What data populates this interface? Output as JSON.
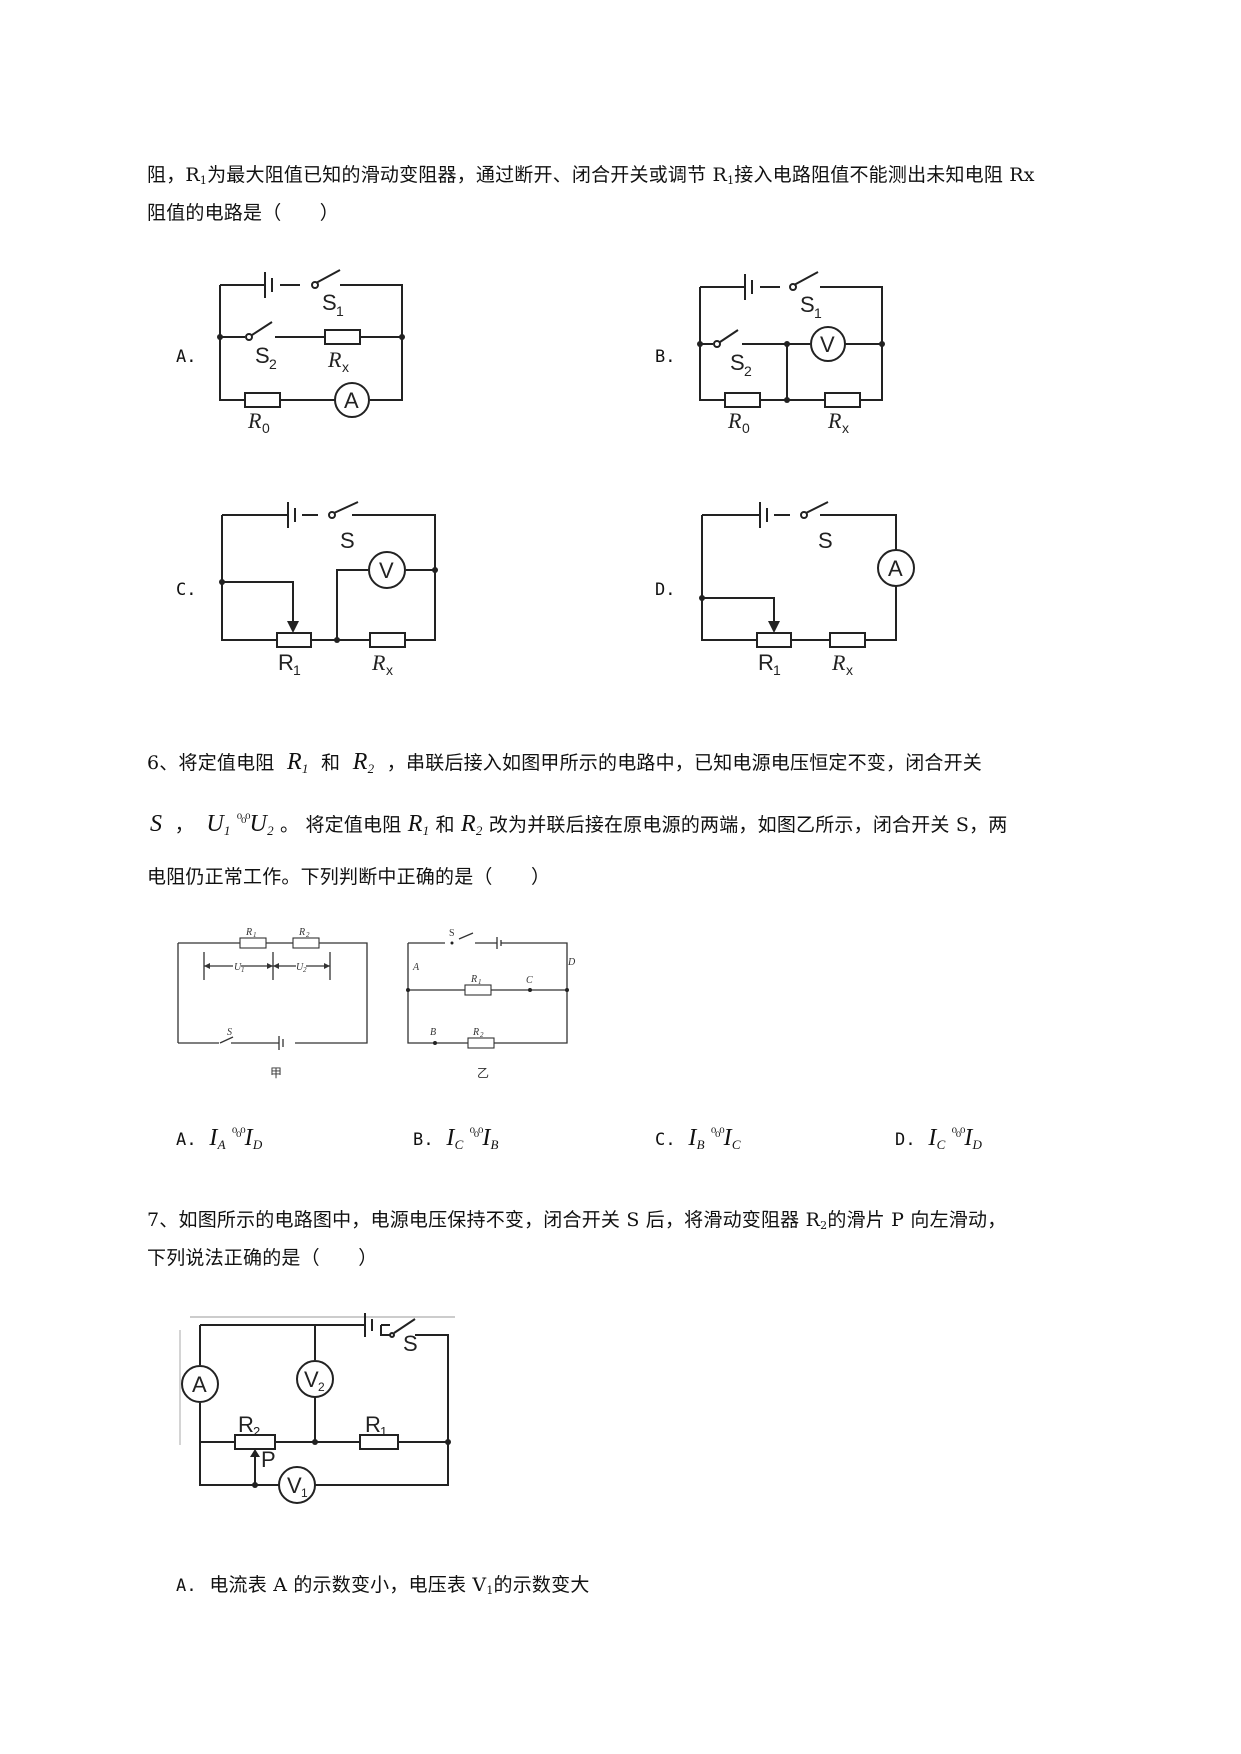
{
  "q5": {
    "line1": {
      "a": "阻，R",
      "a_sub": "1",
      "b": "为最大阻值已知的滑动变阻器，通过断开、闭合开关或调节 R",
      "b_sub": "1",
      "c": "接入电路阻值不能测出未知电阻 Rx"
    },
    "line2": "阻值的电路是（　　）",
    "options": [
      "A.",
      "B.",
      "C.",
      "D."
    ],
    "circuit_labels": {
      "s1": "S",
      "s1_sub": "1",
      "s2": "S",
      "s2_sub": "2",
      "rx": "R",
      "rx_sub": "x",
      "r0": "R",
      "r0_sub": "0",
      "s": "S",
      "r1": "R",
      "r1_sub": "1",
      "ammeter": "A",
      "voltmeter": "V"
    }
  },
  "q6": {
    "line1": {
      "a": "6、将定值电阻",
      "r1": "R",
      "r1_sub": "1",
      "and": "和",
      "r2": "R",
      "r2_sub": "2",
      "b": "，串联后接入如图甲所示的电路中，已知电源电压恒定不变，闭合开关"
    },
    "line2": {
      "s": "S",
      "comma": "，",
      "u1": "U",
      "u1_sub": "1",
      "rel": "⁰₀⁰",
      "u2": "U",
      "u2_sub": "2",
      "a": "。 将定值电阻",
      "r1": "R",
      "r1_sub": "1",
      "and": "和",
      "r2": "R",
      "r2_sub": "2",
      "b": "改为并联后接在原电源的两端，如图乙所示，闭合开关 S，两"
    },
    "line3": "电阻仍正常工作。下列判断中正确的是（　　）",
    "fig_jia": {
      "caption": "甲",
      "r1": "R",
      "r1_sub": "1",
      "r2": "R",
      "r2_sub": "2",
      "u1": "U",
      "u1_sub": "1",
      "u2": "U",
      "u2_sub": "2",
      "s": "S"
    },
    "fig_yi": {
      "caption": "乙",
      "s": "S",
      "a": "A",
      "b": "B",
      "c": "C",
      "d": "D",
      "r1": "R",
      "r1_sub": "1",
      "r2": "R",
      "r2_sub": "2"
    },
    "options": [
      {
        "label": "A.",
        "l": "I",
        "l_sub": "A",
        "rel": "⁰₀⁰",
        "r": "I",
        "r_sub": "D"
      },
      {
        "label": "B.",
        "l": "I",
        "l_sub": "C",
        "rel": "⁰₀⁰",
        "r": "I",
        "r_sub": "B"
      },
      {
        "label": "C.",
        "l": "I",
        "l_sub": "B",
        "rel": "⁰₀⁰",
        "r": "I",
        "r_sub": "C"
      },
      {
        "label": "D.",
        "l": "I",
        "l_sub": "C",
        "rel": "⁰₀⁰",
        "r": "I",
        "r_sub": "D"
      }
    ]
  },
  "q7": {
    "line1": {
      "a": "7、如图所示的电路图中，电源电压保持不变，闭合开关 S 后，将滑动变阻器 R",
      "a_sub": "2",
      "b": "的滑片 P 向左滑动，"
    },
    "line2": "下列说法正确的是（　　）",
    "circuit_labels": {
      "ammeter": "A",
      "v2": "V",
      "v2_sub": "2",
      "v1": "V",
      "v1_sub": "1",
      "r2": "R",
      "r2_sub": "2",
      "r1": "R",
      "r1_sub": "1",
      "p": "P",
      "s": "S"
    },
    "option_a": {
      "label": "A.",
      "a": "电流表 A 的示数变小，电压表 V",
      "a_sub": "1",
      "b": "的示数变大"
    }
  }
}
